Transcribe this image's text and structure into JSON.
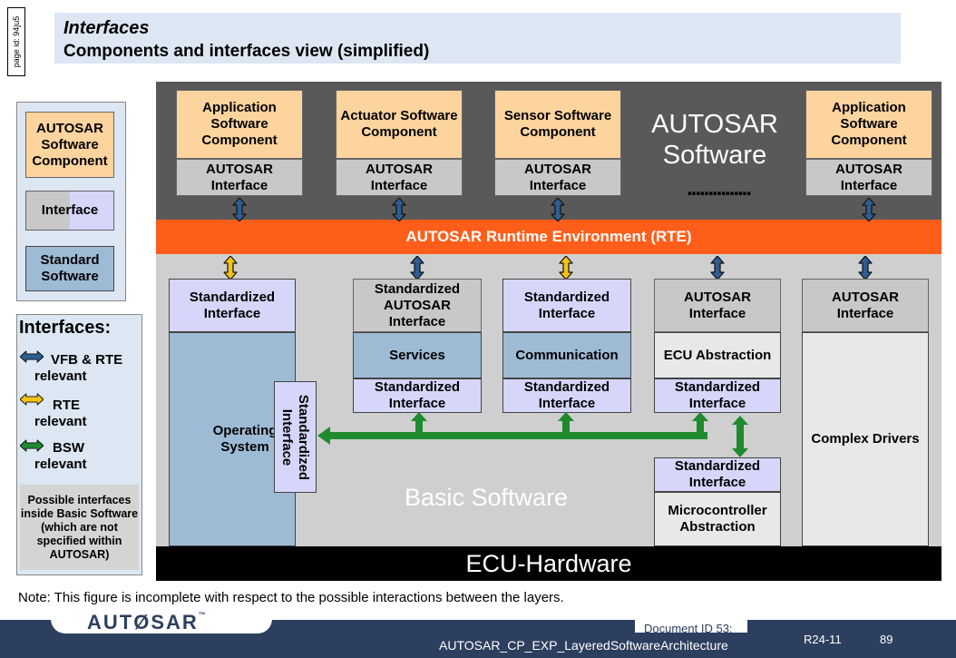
{
  "page_id": "page id: 94ju5",
  "title": "Interfaces",
  "subtitle": "Components and interfaces view (simplified)",
  "legend": {
    "swc": "AUTOSAR Software Component",
    "interface": "Interface",
    "standard_sw": "Standard Software",
    "interfaces_heading": "Interfaces:",
    "vfb": "VFB & RTE relevant",
    "rte": "RTE relevant",
    "bsw": "BSW relevant",
    "note": "Possible interfaces inside Basic Software (which are not specified within AUTOSAR)"
  },
  "top": {
    "components": [
      {
        "name": "Application Software Component",
        "iface": "AUTOSAR Interface"
      },
      {
        "name": "Actuator Software Component",
        "iface": "AUTOSAR Interface"
      },
      {
        "name": "Sensor Software Component",
        "iface": "AUTOSAR Interface"
      },
      {
        "name": "Application Software Component",
        "iface": "AUTOSAR Interface"
      }
    ],
    "autosar_software": "AUTOSAR Software",
    "dots": "..............."
  },
  "rte": "AUTOSAR Runtime Environment (RTE)",
  "bsw": {
    "os_iface": "Standardized Interface",
    "os": "Operating System",
    "os_side_iface": "Standardized Interface",
    "services_top": "Standardized AUTOSAR Interface",
    "services": "Services",
    "services_bottom": "Standardized Interface",
    "comm_top": "Standardized Interface",
    "comm": "Communication",
    "comm_bottom": "Standardized Interface",
    "ecu_top": "AUTOSAR Interface",
    "ecu": "ECU Abstraction",
    "ecu_bottom": "Standardized Interface",
    "mc_top": "Standardized Interface",
    "mc": "Microcontroller Abstraction",
    "cd_top": "AUTOSAR Interface",
    "cd": "Complex Drivers",
    "basic_software": "Basic Software"
  },
  "hardware": "ECU-Hardware",
  "note": "Note: This figure is incomplete with respect to the possible interactions between the layers.",
  "footer": {
    "logo": "AUTØSAR",
    "tm": "™",
    "doc_id": "Document ID 53:",
    "doc_name": "AUTOSAR_CP_EXP_LayeredSoftwareArchitecture",
    "release": "R24-11",
    "page": "89"
  },
  "colors": {
    "arrow_blue": "#2f5d91",
    "arrow_yellow": "#f2c314",
    "arrow_green": "#1f8a2e",
    "rte": "#ff5e1a",
    "swc": "#fdd49e",
    "interface": "#d6d6fb",
    "standard": "#9ebbd6"
  }
}
